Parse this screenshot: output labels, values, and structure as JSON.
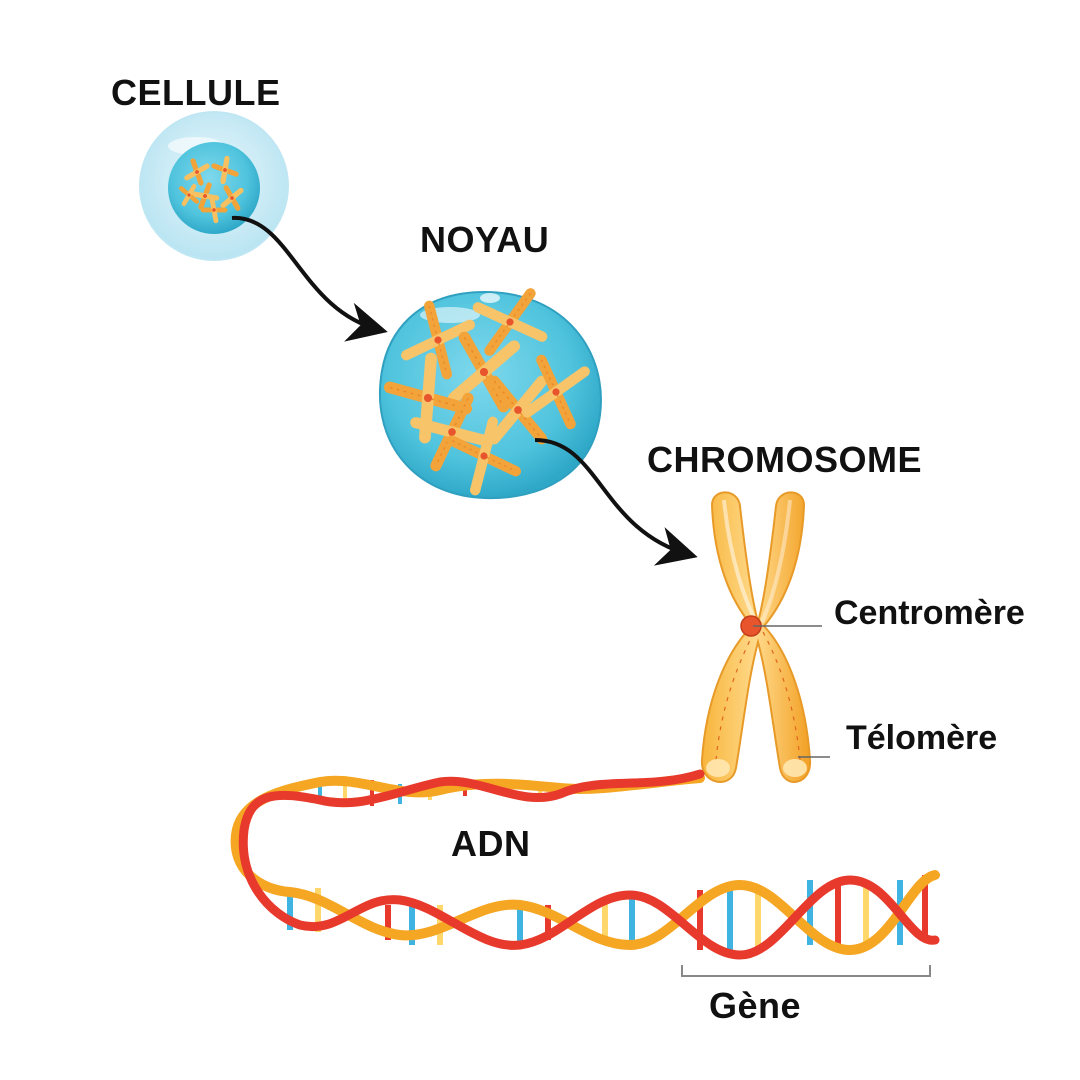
{
  "labels": {
    "cell": "CELLULE",
    "nucleus": "NOYAU",
    "chromosome": "CHROMOSOME",
    "centromere": "Centromère",
    "telomere": "Télomère",
    "dna": "ADN",
    "gene": "Gène"
  },
  "colors": {
    "cell_membrane": "#d6f0f8",
    "cytoplasm": "#a9def0",
    "nucleus": "#4fc3dd",
    "chromosome": "#f5a623",
    "centromere": "#e8542c",
    "dna_red": "#e83a2c",
    "dna_orange": "#f5a623",
    "base_blue": "#3fb4e3",
    "base_yellow": "#ffd76a",
    "arrow": "#111111"
  },
  "icons": [
    "cell-icon",
    "nucleus-icon",
    "chromosome-icon",
    "dna-helix-icon",
    "arrow-icon"
  ]
}
